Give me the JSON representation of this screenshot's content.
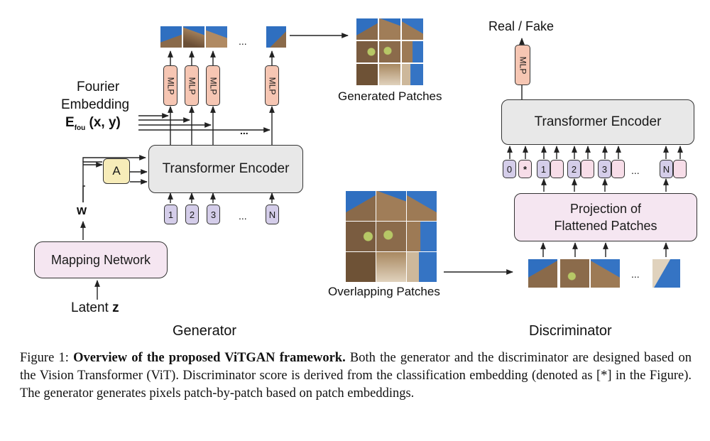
{
  "generator": {
    "label": "Generator",
    "mapping_network": "Mapping Network",
    "latent_label": "Latent",
    "latent_var": "z",
    "w_label": "w",
    "adaptive_box": "A",
    "transformer": "Transformer Encoder",
    "fourier_line1": "Fourier",
    "fourier_line2": "Embedding",
    "fourier_E": "E",
    "fourier_sub": "fou",
    "fourier_args": "(x, y)",
    "mlp_label": "MLP",
    "ellipsis": "...",
    "tokens": [
      "1",
      "2",
      "3",
      "N"
    ],
    "generated_label": "Generated Patches"
  },
  "discriminator": {
    "label": "Discriminator",
    "output": "Real / Fake",
    "mlp_label": "MLP",
    "transformer": "Transformer Encoder",
    "projection_line1": "Projection of",
    "projection_line2": "Flattened Patches",
    "tokens": [
      "0",
      "*",
      "1",
      "2",
      "3",
      "N"
    ],
    "ellipsis": "...",
    "overlapping_label": "Overlapping Patches"
  },
  "caption": {
    "prefix": "Figure 1: ",
    "bold": "Overview of the proposed ViTGAN framework.",
    "text": " Both the generator and the discriminator are designed based on the Vision Transformer (ViT). Discriminator score is derived from the classification embedding (denoted as [*] in the Figure). The generator generates pixels patch-by-patch based on patch embeddings."
  },
  "colors": {
    "gray_box": "#e8e8e8",
    "pink_box": "#f5e6f1",
    "adaptive_box": "#f7ecb9",
    "mlp_box": "#f6c6b3",
    "token_box": "#d4cde9",
    "sky_blue": "#2f6fc0",
    "cat_fur": "#8a6a4a"
  },
  "icons": {
    "patch_image": "cat-photo"
  }
}
